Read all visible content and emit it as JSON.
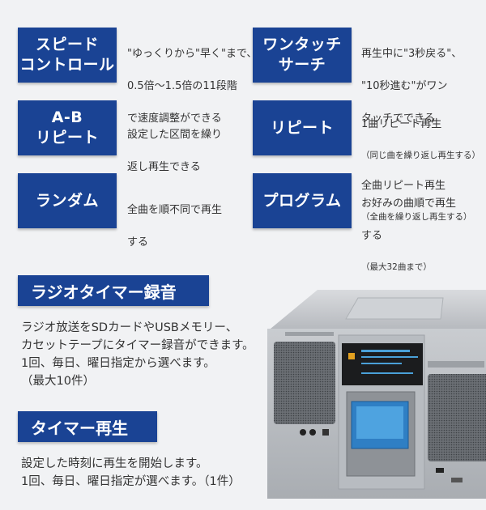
{
  "features": [
    {
      "badge": "スピード\nコントロール",
      "lines": [
        "\"ゆっくりから\"早く\"まで、",
        "0.5倍～1.5倍の11段階",
        "で速度調整ができる"
      ]
    },
    {
      "badge": "ワンタッチ\nサーチ",
      "lines": [
        "再生中に\"3秒戻る\"、",
        "\"10秒進む\"がワン",
        "タッチでできる"
      ]
    },
    {
      "badge": "A-B\nリピート",
      "lines": [
        "設定した区間を繰り",
        "返し再生できる"
      ]
    },
    {
      "badge": "リピート",
      "line1": "1曲リピート再生",
      "note1": "（同じ曲を繰り返し再生する）",
      "line2": "全曲リピート再生",
      "note2": "（全曲を繰り返し再生する）"
    },
    {
      "badge": "ランダム",
      "lines": [
        "全曲を順不同で再生",
        "する"
      ]
    },
    {
      "badge": "プログラム",
      "lines": [
        "お好みの曲順で再生",
        "する"
      ],
      "note": "（最大32曲まで）"
    }
  ],
  "radio_timer": {
    "title": "ラジオタイマー録音",
    "lines": [
      "ラジオ放送をSDカードやUSBメモリー、",
      "カセットテープにタイマー録音ができます。",
      "1回、毎日、曜日指定から選べます。",
      "（最大10件）"
    ]
  },
  "timer_play": {
    "title": "タイマー再生",
    "lines": [
      "設定した時刻に再生を開始します。",
      "1回、毎日、曜日指定が選べます。（1件）"
    ]
  },
  "colors": {
    "accent": "#1a4394",
    "background": "#f1f2f4",
    "text": "#333333"
  }
}
